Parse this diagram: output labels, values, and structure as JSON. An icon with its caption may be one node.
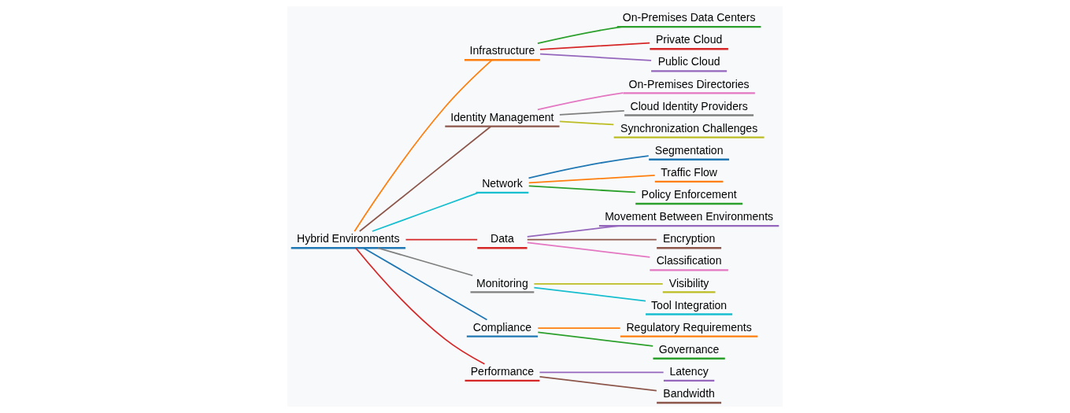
{
  "diagram": {
    "nodes": [
      {
        "text": [
          "Hybrid Environments"
        ]
      },
      {
        "text": [
          "Infrastructure"
        ]
      },
      {
        "text": [
          "On-Premises Data Centers"
        ]
      },
      {
        "text": [
          "Private Cloud"
        ]
      },
      {
        "text": [
          "Public Cloud"
        ]
      },
      {
        "text": [
          "Identity Management"
        ]
      },
      {
        "text": [
          "On-Premises Directories"
        ]
      },
      {
        "text": [
          "Cloud Identity Providers"
        ]
      },
      {
        "text": [
          "Synchronization Challenges"
        ]
      },
      {
        "text": [
          "Network"
        ]
      },
      {
        "text": [
          "Segmentation"
        ]
      },
      {
        "text": [
          "Traffic Flow"
        ]
      },
      {
        "text": [
          "Policy Enforcement"
        ]
      },
      {
        "text": [
          "Data"
        ]
      },
      {
        "text": [
          "Movement Between Environments"
        ]
      },
      {
        "text": [
          "Encryption"
        ]
      },
      {
        "text": [
          "Classification"
        ]
      },
      {
        "text": [
          "Monitoring"
        ]
      },
      {
        "text": [
          "Visibility"
        ]
      },
      {
        "text": [
          "Tool Integration"
        ]
      },
      {
        "text": [
          "Compliance"
        ]
      },
      {
        "text": [
          "Regulatory Requirements"
        ]
      },
      {
        "text": [
          "Governance"
        ]
      },
      {
        "text": [
          "Performance"
        ]
      },
      {
        "text": [
          "Latency"
        ]
      },
      {
        "text": [
          "Bandwidth"
        ]
      }
    ],
    "edges": [
      {
        "from": 0,
        "to": 1,
        "arrow": "none",
        "color": "#ff7f0e"
      },
      {
        "from": 1,
        "to": 2,
        "arrow": "none",
        "color": "#2ca02c"
      },
      {
        "from": 1,
        "to": 3,
        "arrow": "none",
        "color": "#d62728"
      },
      {
        "from": 1,
        "to": 4,
        "arrow": "none",
        "color": "#9467bd"
      },
      {
        "from": 0,
        "to": 5,
        "arrow": "none",
        "color": "#8c564b"
      },
      {
        "from": 5,
        "to": 6,
        "arrow": "none",
        "color": "#e377c2"
      },
      {
        "from": 5,
        "to": 7,
        "arrow": "none",
        "color": "#7f7f7f"
      },
      {
        "from": 5,
        "to": 8,
        "arrow": "none",
        "color": "#bcbd22"
      },
      {
        "from": 0,
        "to": 9,
        "arrow": "none",
        "color": "#17becf"
      },
      {
        "from": 9,
        "to": 10,
        "arrow": "none",
        "color": "#1f77b4"
      },
      {
        "from": 9,
        "to": 11,
        "arrow": "none",
        "color": "#ff7f0e"
      },
      {
        "from": 9,
        "to": 12,
        "arrow": "none",
        "color": "#2ca02c"
      },
      {
        "from": 0,
        "to": 13,
        "arrow": "none",
        "color": "#d62728"
      },
      {
        "from": 13,
        "to": 14,
        "arrow": "none",
        "color": "#9467bd"
      },
      {
        "from": 13,
        "to": 15,
        "arrow": "none",
        "color": "#8c564b"
      },
      {
        "from": 13,
        "to": 16,
        "arrow": "none",
        "color": "#e377c2"
      },
      {
        "from": 0,
        "to": 17,
        "arrow": "none",
        "color": "#7f7f7f"
      },
      {
        "from": 17,
        "to": 18,
        "arrow": "none",
        "color": "#bcbd22"
      },
      {
        "from": 17,
        "to": 19,
        "arrow": "none",
        "color": "#17becf"
      },
      {
        "from": 0,
        "to": 20,
        "arrow": "none",
        "color": "#1f77b4"
      },
      {
        "from": 20,
        "to": 21,
        "arrow": "none",
        "color": "#ff7f0e"
      },
      {
        "from": 20,
        "to": 22,
        "arrow": "none",
        "color": "#2ca02c"
      },
      {
        "from": 0,
        "to": 23,
        "arrow": "none",
        "color": "#d62728"
      },
      {
        "from": 23,
        "to": 24,
        "arrow": "none",
        "color": "#9467bd"
      },
      {
        "from": 23,
        "to": 25,
        "arrow": "none",
        "color": "#8c564b"
      }
    ]
  }
}
